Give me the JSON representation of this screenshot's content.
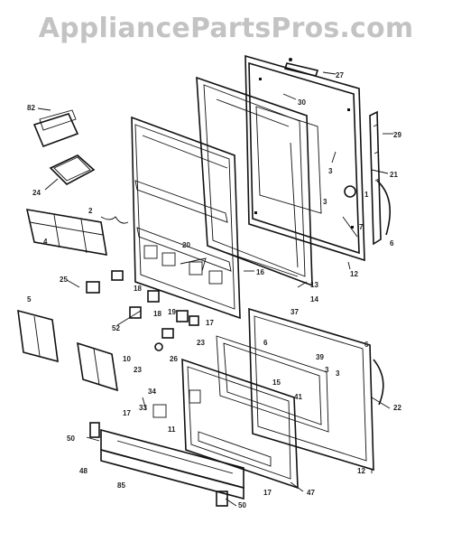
{
  "watermark": "AppliancePartsPros.com",
  "labels": {
    "l27": "27",
    "l30a": "30",
    "l3a": "3",
    "l3b": "3",
    "l3c": "3",
    "l3d": "3",
    "l29": "29",
    "l21": "21",
    "l7": "7",
    "l6a": "6",
    "l6b": "6",
    "l12a": "12",
    "l12b": "12",
    "l13": "13",
    "l14": "14",
    "l16": "16",
    "l1": "1",
    "l82": "82",
    "l24": "24",
    "l2": "2",
    "l4": "4",
    "l20": "20",
    "l25": "25",
    "l18a": "18",
    "l19": "19",
    "l52": "52",
    "l18b": "18",
    "l17a": "17",
    "l17b": "17",
    "l17c": "17",
    "l5": "5",
    "l10": "10",
    "l23a": "23",
    "l23b": "23",
    "l26": "26",
    "l37": "37",
    "l39": "39",
    "l15": "15",
    "l41": "41",
    "l22": "22",
    "l34": "34",
    "l33": "33",
    "l11": "11",
    "l50a": "50",
    "l50b": "50",
    "l48": "48",
    "l85": "85",
    "l47": "47"
  }
}
